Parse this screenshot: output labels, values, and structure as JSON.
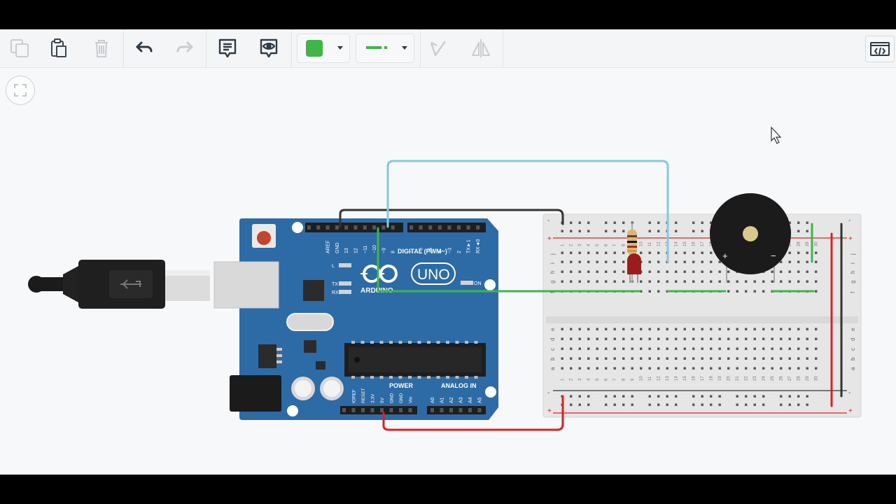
{
  "toolbar": {
    "buttons": [
      {
        "id": "copy",
        "icon": "copy-icon",
        "enabled": false
      },
      {
        "id": "paste",
        "icon": "clipboard-icon",
        "enabled": true
      },
      {
        "id": "delete",
        "icon": "trash-icon",
        "enabled": false
      },
      {
        "id": "undo",
        "icon": "undo-icon",
        "enabled": true
      },
      {
        "id": "redo",
        "icon": "redo-icon",
        "enabled": false
      },
      {
        "id": "notes",
        "icon": "note-icon",
        "enabled": true
      },
      {
        "id": "visibility",
        "icon": "eye-icon",
        "enabled": true
      },
      {
        "id": "rotate",
        "icon": "rotate-icon",
        "enabled": false
      },
      {
        "id": "flip",
        "icon": "flip-icon",
        "enabled": false
      },
      {
        "id": "code",
        "icon": "code-window-icon",
        "enabled": true
      }
    ],
    "wire_color": "#3fb54a",
    "wire_style_color": "#3fb54a"
  },
  "fit_view": {
    "icon": "fit-view-icon"
  },
  "arduino": {
    "board_color": "#2c6ba5",
    "logo_text": "ARDUINO",
    "model": "UNO",
    "digital_header": "DIGITAL (PWM~)",
    "power_header": "POWER",
    "analog_header": "ANALOG IN",
    "digital_pins": [
      "AREF",
      "GND",
      "13",
      "12",
      "~11",
      "~10",
      "~9",
      "8",
      "7",
      "~6",
      "~5",
      "4",
      "~3",
      "2",
      "TX►1",
      "RX◄0"
    ],
    "power_pins": [
      "IOREF",
      "RESET",
      "3.3V",
      "5V",
      "GND",
      "GND",
      "Vin"
    ],
    "analog_pins": [
      "A0",
      "A1",
      "A2",
      "A3",
      "A4",
      "A5"
    ],
    "leds": [
      "L",
      "TX",
      "RX"
    ],
    "on_label": "ON"
  },
  "breadboard": {
    "row_letters_top": [
      "j",
      "i",
      "h",
      "g",
      "f"
    ],
    "row_letters_bottom": [
      "e",
      "d",
      "c",
      "b",
      "a"
    ],
    "column_numbers": [
      "1",
      "2",
      "3",
      "4",
      "5",
      "6",
      "7",
      "8",
      "9",
      "10",
      "11",
      "12",
      "13",
      "14",
      "15",
      "16",
      "17",
      "18",
      "19",
      "20",
      "21",
      "22",
      "23",
      "24",
      "25",
      "26",
      "27",
      "28",
      "29",
      "30"
    ],
    "rail_plus": "+",
    "rail_minus": "-"
  },
  "buzzer": {
    "plus": "+",
    "minus": "−"
  },
  "wires": {
    "red": "#e02020",
    "black": "#333333",
    "blue": "#86c9da",
    "green": "#3fb54a"
  }
}
